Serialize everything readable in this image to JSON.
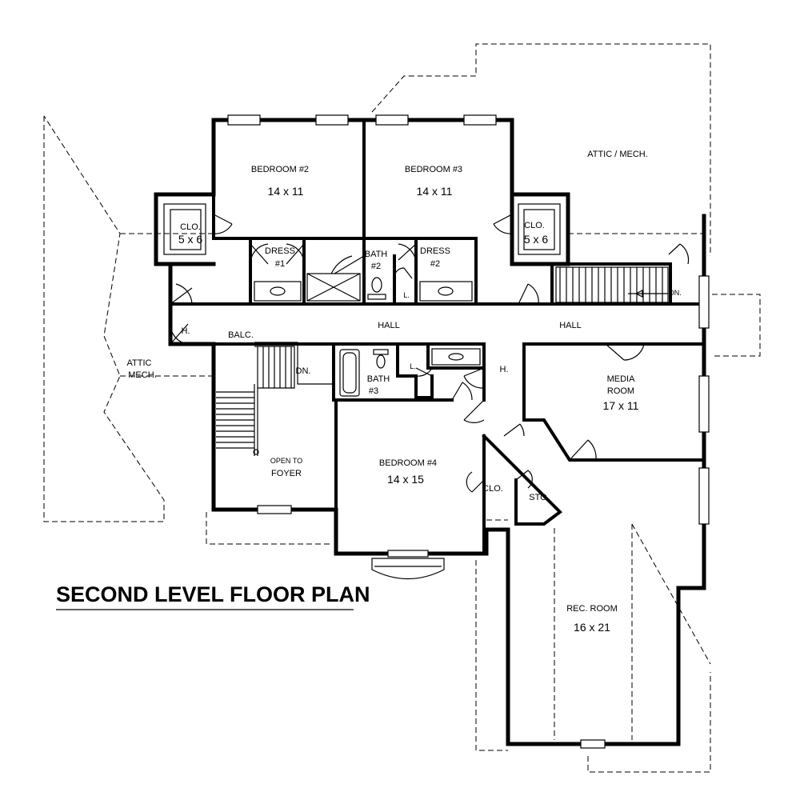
{
  "title": "SECOND LEVEL FLOOR PLAN",
  "rooms": {
    "bedroom2": {
      "name": "BEDROOM #2",
      "size": "14 x 11"
    },
    "bedroom3": {
      "name": "BEDROOM #3",
      "size": "14 x 11"
    },
    "bedroom4": {
      "name": "BEDROOM #4",
      "size": "14 x 15"
    },
    "clo_left": {
      "name": "CLO.",
      "size": "5 x 6"
    },
    "clo_right": {
      "name": "CLO.",
      "size": "5 x 6"
    },
    "dress1": {
      "name": "DRESS",
      "num": "#1"
    },
    "dress2": {
      "name": "DRESS",
      "num": "#2"
    },
    "bath2": {
      "name": "BATH",
      "num": "#2"
    },
    "bath3": {
      "name": "BATH",
      "num": "#3"
    },
    "media": {
      "name": "MEDIA",
      "name2": "ROOM",
      "size": "17 x 11"
    },
    "rec": {
      "name": "REC. ROOM",
      "size": "16 x 21"
    },
    "foyer": {
      "name": "OPEN TO",
      "name2": "FOYER"
    },
    "clo_b4": {
      "name": "CLO."
    },
    "sto": {
      "name": "STO."
    }
  },
  "labels": {
    "attic_mech_right": "ATTIC / MECH.",
    "attic_left_1": "ATTIC",
    "attic_left_2": "MECH.",
    "hall_left": "HALL",
    "hall_right": "HALL",
    "balc": "BALC.",
    "dn_left": "DN.",
    "dn_right": "DN.",
    "h_left": "H.",
    "h_mid": "H.",
    "l_bath2": "L.",
    "l_bath3": "L."
  }
}
